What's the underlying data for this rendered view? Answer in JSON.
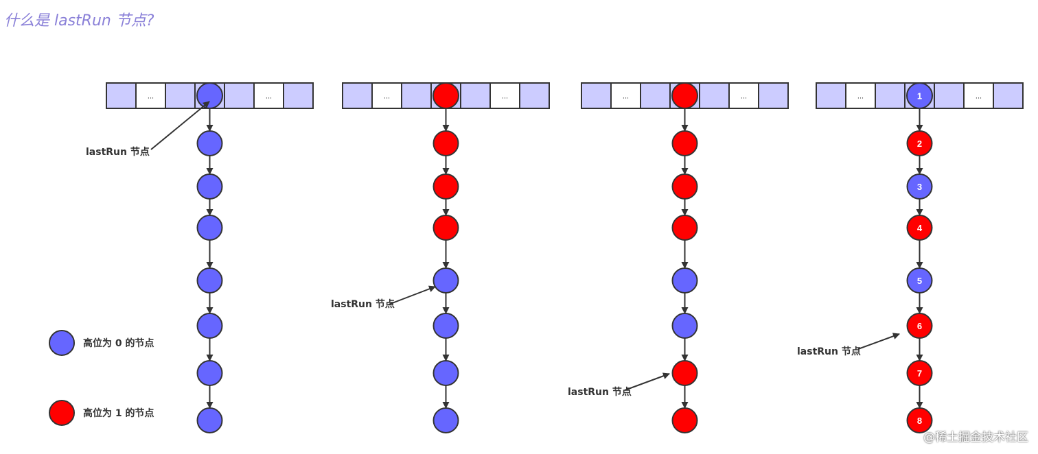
{
  "title": "什么是 lastRun 节点?",
  "cell_ellipsis": "...",
  "colors": {
    "blue_node": "#6666ff",
    "red_node": "#ff0000",
    "bucket_fill": "#ccccff",
    "title": "#8a80d8"
  },
  "pointer_label": "lastRun 节点",
  "diagrams": [
    {
      "nodes": [
        "blue",
        "blue",
        "blue",
        "blue",
        "blue",
        "blue",
        "blue",
        "blue"
      ],
      "last_run_index": 0,
      "numbered": false
    },
    {
      "nodes": [
        "red",
        "red",
        "red",
        "red",
        "blue",
        "blue",
        "blue",
        "blue"
      ],
      "last_run_index": 4,
      "numbered": false
    },
    {
      "nodes": [
        "red",
        "red",
        "red",
        "red",
        "blue",
        "blue",
        "red",
        "red"
      ],
      "last_run_index": 6,
      "numbered": false
    },
    {
      "nodes": [
        "blue",
        "red",
        "blue",
        "red",
        "blue",
        "red",
        "red",
        "red"
      ],
      "last_run_index": 5,
      "numbered": true,
      "labels": [
        "1",
        "2",
        "3",
        "4",
        "5",
        "6",
        "7",
        "8"
      ]
    }
  ],
  "legend": [
    {
      "color": "blue",
      "label": "高位为 0 的节点"
    },
    {
      "color": "red",
      "label": "高位为 1 的节点"
    }
  ],
  "watermark": "@稀土掘金技术社区"
}
